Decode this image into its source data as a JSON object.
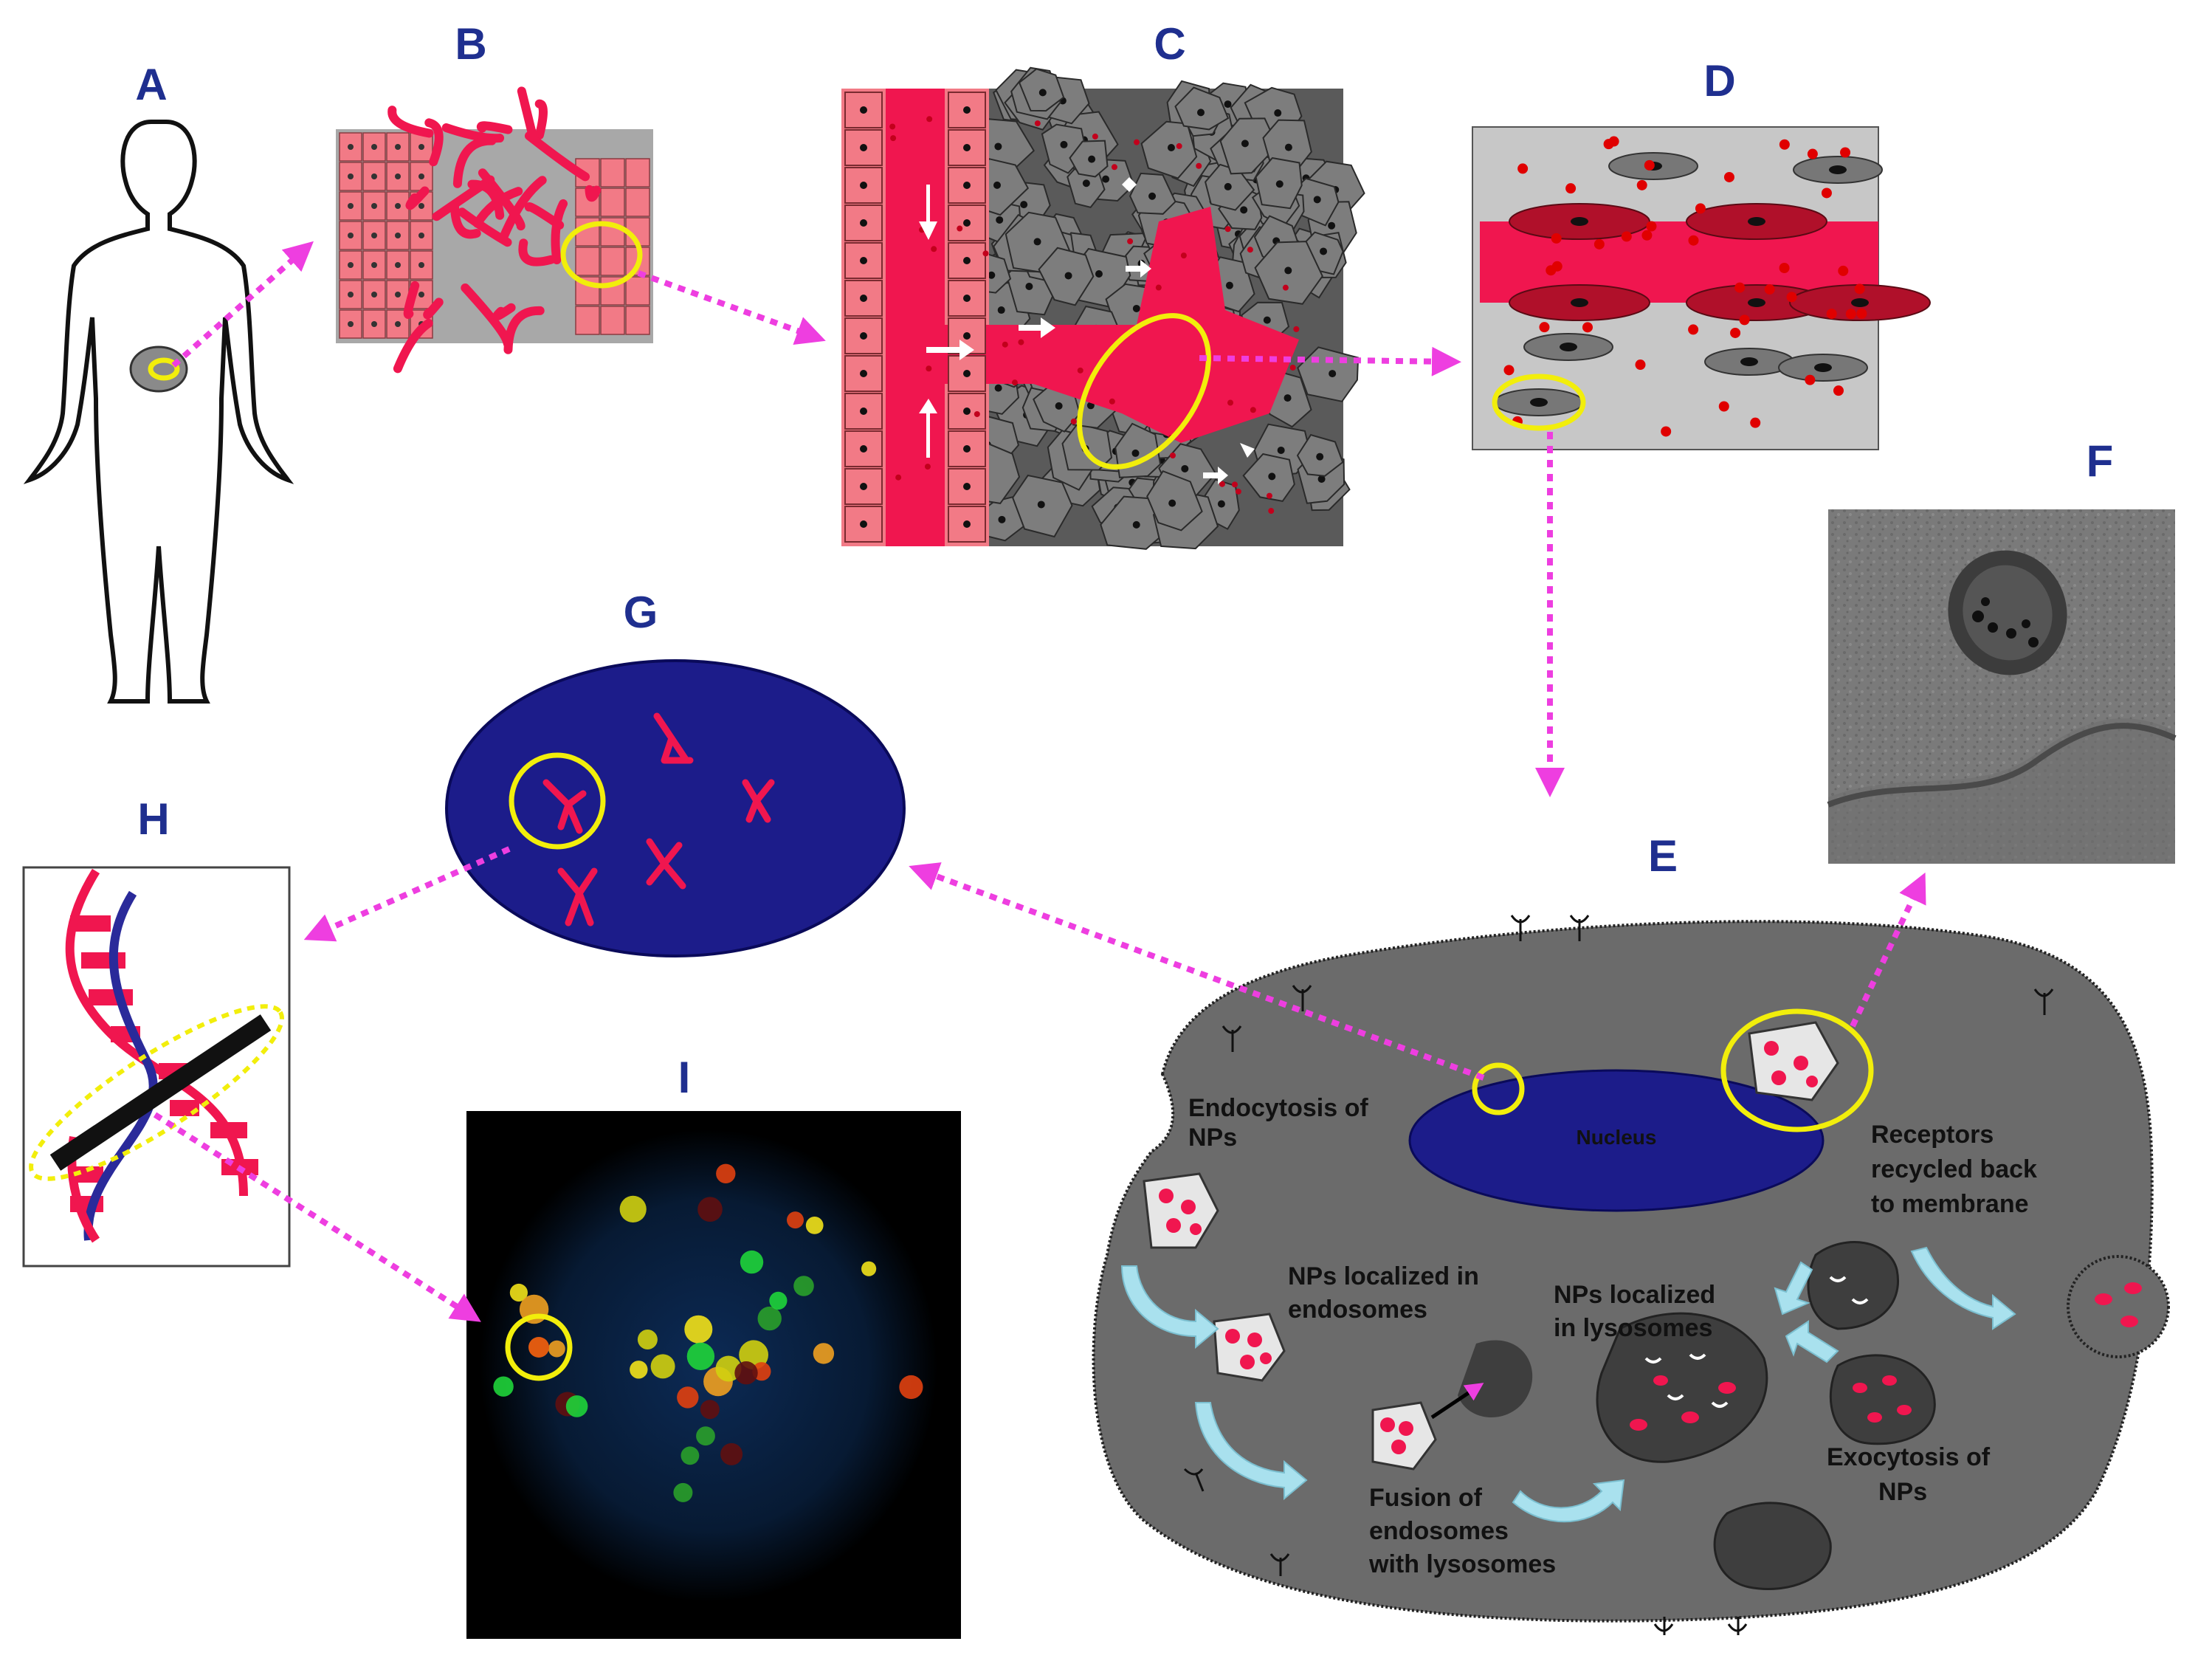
{
  "panels": {
    "A": "A",
    "B": "B",
    "C": "C",
    "D": "D",
    "E": "E",
    "F": "F",
    "G": "G",
    "H": "H",
    "I": "I"
  },
  "cell_labels": {
    "endocytosis_line1": "Endocytosis of",
    "endocytosis_line2": "NPs",
    "nucleus": "Nucleus",
    "receptors_line1": "Receptors",
    "receptors_line2": "recycled back",
    "receptors_line3": "to membrane",
    "endosomes_line1": "NPs localized in",
    "endosomes_line2": "endosomes",
    "lysosomes_line1": "NPs localized",
    "lysosomes_line2": "in lysosomes",
    "fusion_line1": "Fusion of",
    "fusion_line2": "endosomes",
    "fusion_line3": "with lysosomes",
    "exocytosis_line1": "Exocytosis of",
    "exocytosis_line2": "NPs"
  },
  "colors": {
    "arrow": "#ee3ee0",
    "highlight_ring": "#f2ee0b",
    "vessel": "#f0164f",
    "tumor_cell": "#6b6b6b",
    "nucleus": "#1c1c8a",
    "panel_letter": "#1f2f8f"
  }
}
